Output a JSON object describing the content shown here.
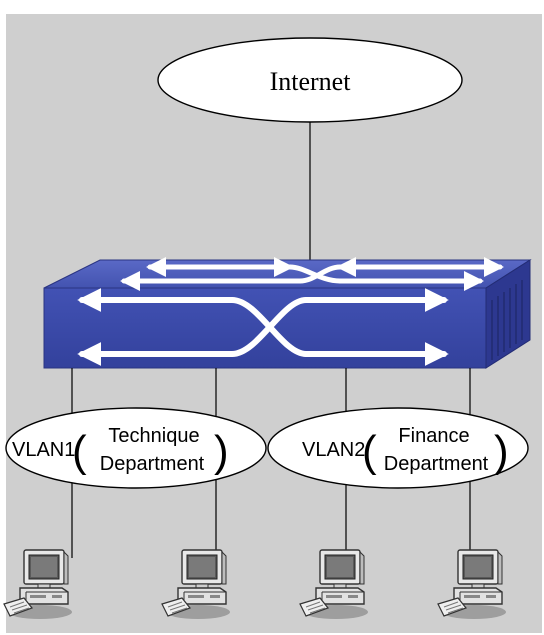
{
  "diagram": {
    "internet_label": "Internet",
    "vlans": [
      {
        "name": "VLAN1",
        "dept_line1": "Technique",
        "dept_line2": "Department"
      },
      {
        "name": "VLAN2",
        "dept_line1": "Finance",
        "dept_line2": "Department"
      }
    ],
    "colors": {
      "background": "#cfcfcf",
      "switch_top": "#4a5ab4",
      "switch_front": "#3a48a6",
      "switch_side": "#2b3688",
      "arrow": "#ffffff",
      "ellipse_fill": "#ffffff",
      "line": "#000000"
    },
    "icons": [
      "switch-icon",
      "computer-icon"
    ]
  }
}
